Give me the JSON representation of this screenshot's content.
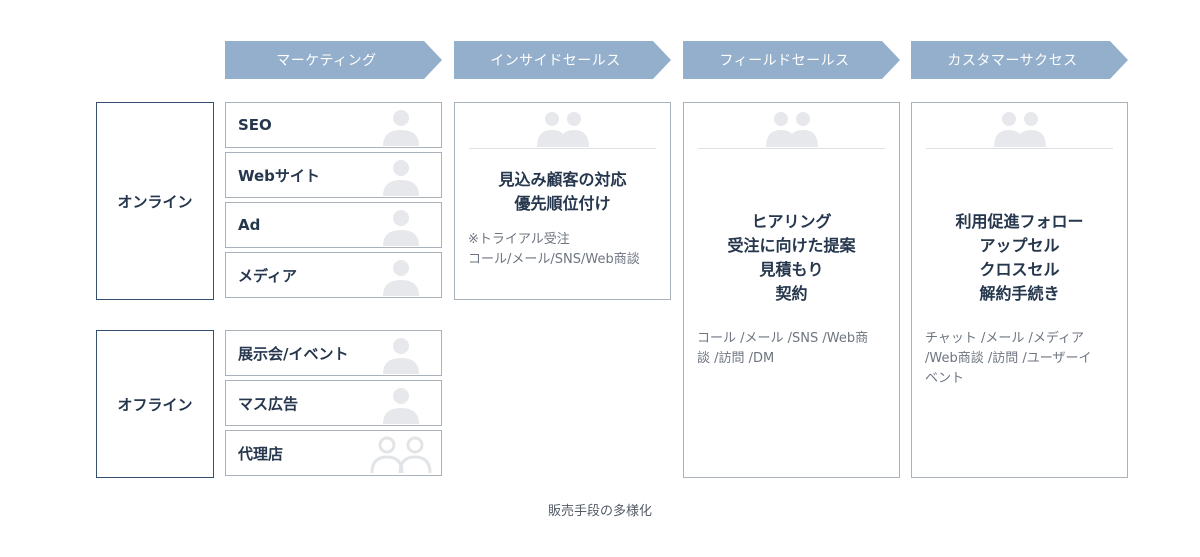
{
  "stages": [
    {
      "label": "マーケティング"
    },
    {
      "label": "インサイドセールス"
    },
    {
      "label": "フィールドセールス"
    },
    {
      "label": "カスタマーサクセス"
    }
  ],
  "online": {
    "label": "オンライン",
    "items": [
      {
        "label": "SEO",
        "icon": "person-icon"
      },
      {
        "label": "Webサイト",
        "icon": "person-icon"
      },
      {
        "label": "Ad",
        "icon": "person-icon"
      },
      {
        "label": "メディア",
        "icon": "person-icon"
      }
    ]
  },
  "offline": {
    "label": "オフライン",
    "items": [
      {
        "label": "展示会/イベント",
        "icon": "person-icon"
      },
      {
        "label": "マス広告",
        "icon": "person-icon"
      },
      {
        "label": "代理店",
        "icon": "people-outline-icon"
      }
    ]
  },
  "inside_sales": {
    "main": [
      "見込み顧客の対応",
      "優先順位付け"
    ],
    "sub": [
      "※トライアル受注",
      "コール/メール/SNS/Web商談"
    ]
  },
  "field_sales": {
    "main": [
      "ヒアリング",
      "受注に向けた提案",
      "見積もり",
      "契約"
    ],
    "sub": [
      "コール /メール /SNS /Web商",
      "談 /訪問 /DM"
    ]
  },
  "customer_success": {
    "main": [
      "利用促進フォロー",
      "アップセル",
      "クロスセル",
      "解約手続き"
    ],
    "sub": [
      "チャット /メール /メディア",
      "/Web商談 /訪問 /ユーザーイ",
      "ベント"
    ]
  },
  "caption": "販売手段の多様化",
  "colors": {
    "chevron": "#93afcb",
    "group_border": "#34506e",
    "icon": "#e6e8eb",
    "text": "#25364d"
  }
}
